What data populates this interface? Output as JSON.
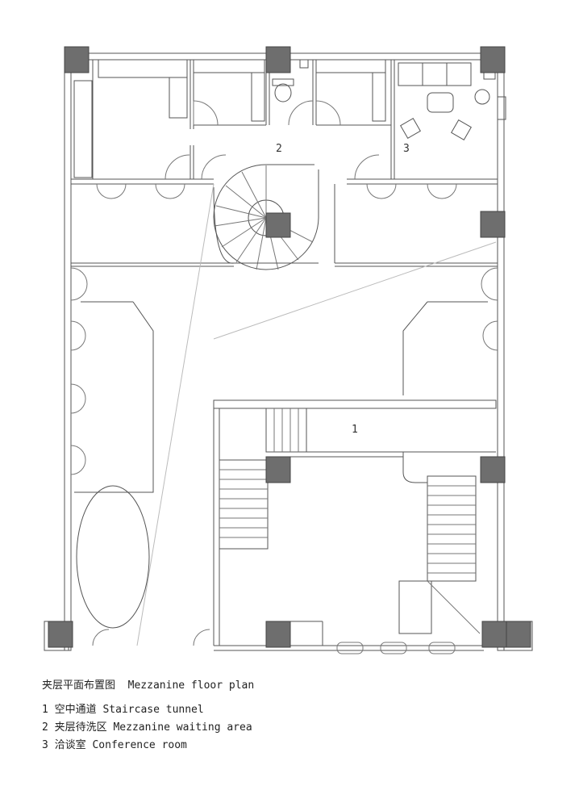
{
  "plan": {
    "room_numbers": [
      "1",
      "2",
      "3"
    ]
  },
  "caption": {
    "title": "夹层平面布置图  Mezzanine floor plan",
    "legend": [
      "1 空中通道 Staircase tunnel",
      "2 夹层待洗区 Mezzanine waiting area",
      "3 洽谈室 Conference room"
    ]
  },
  "colors": {
    "column": "#6e6e6e",
    "line": "#555555",
    "light_line": "#999999"
  },
  "icons": [
    "door-swing-icon",
    "chair-icon",
    "sofa-icon",
    "toilet-icon",
    "column-icon"
  ]
}
